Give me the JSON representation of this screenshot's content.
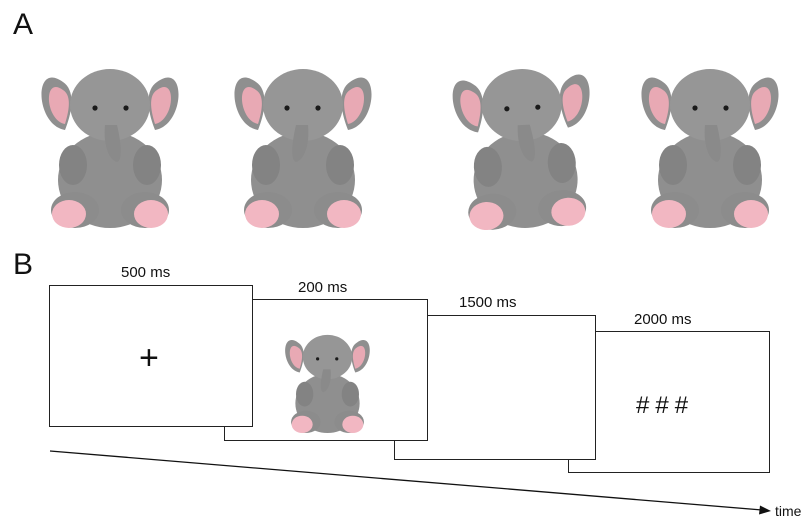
{
  "panels": {
    "a": "A",
    "b": "B"
  },
  "stimuli": {
    "count": 4,
    "colors": {
      "body": "#8f8f8f",
      "body_dark": "#6f6f6f",
      "ear_inner": "#e8a9b4",
      "foot_pad": "#f2b7c2"
    }
  },
  "trial": {
    "screens": [
      {
        "duration": "500 ms",
        "content": "fixation",
        "symbol": "+"
      },
      {
        "duration": "200 ms",
        "content": "stimulus"
      },
      {
        "duration": "1500 ms",
        "content": "blank"
      },
      {
        "duration": "2000 ms",
        "content": "mask",
        "symbol": "###"
      }
    ],
    "time_label": "time"
  }
}
